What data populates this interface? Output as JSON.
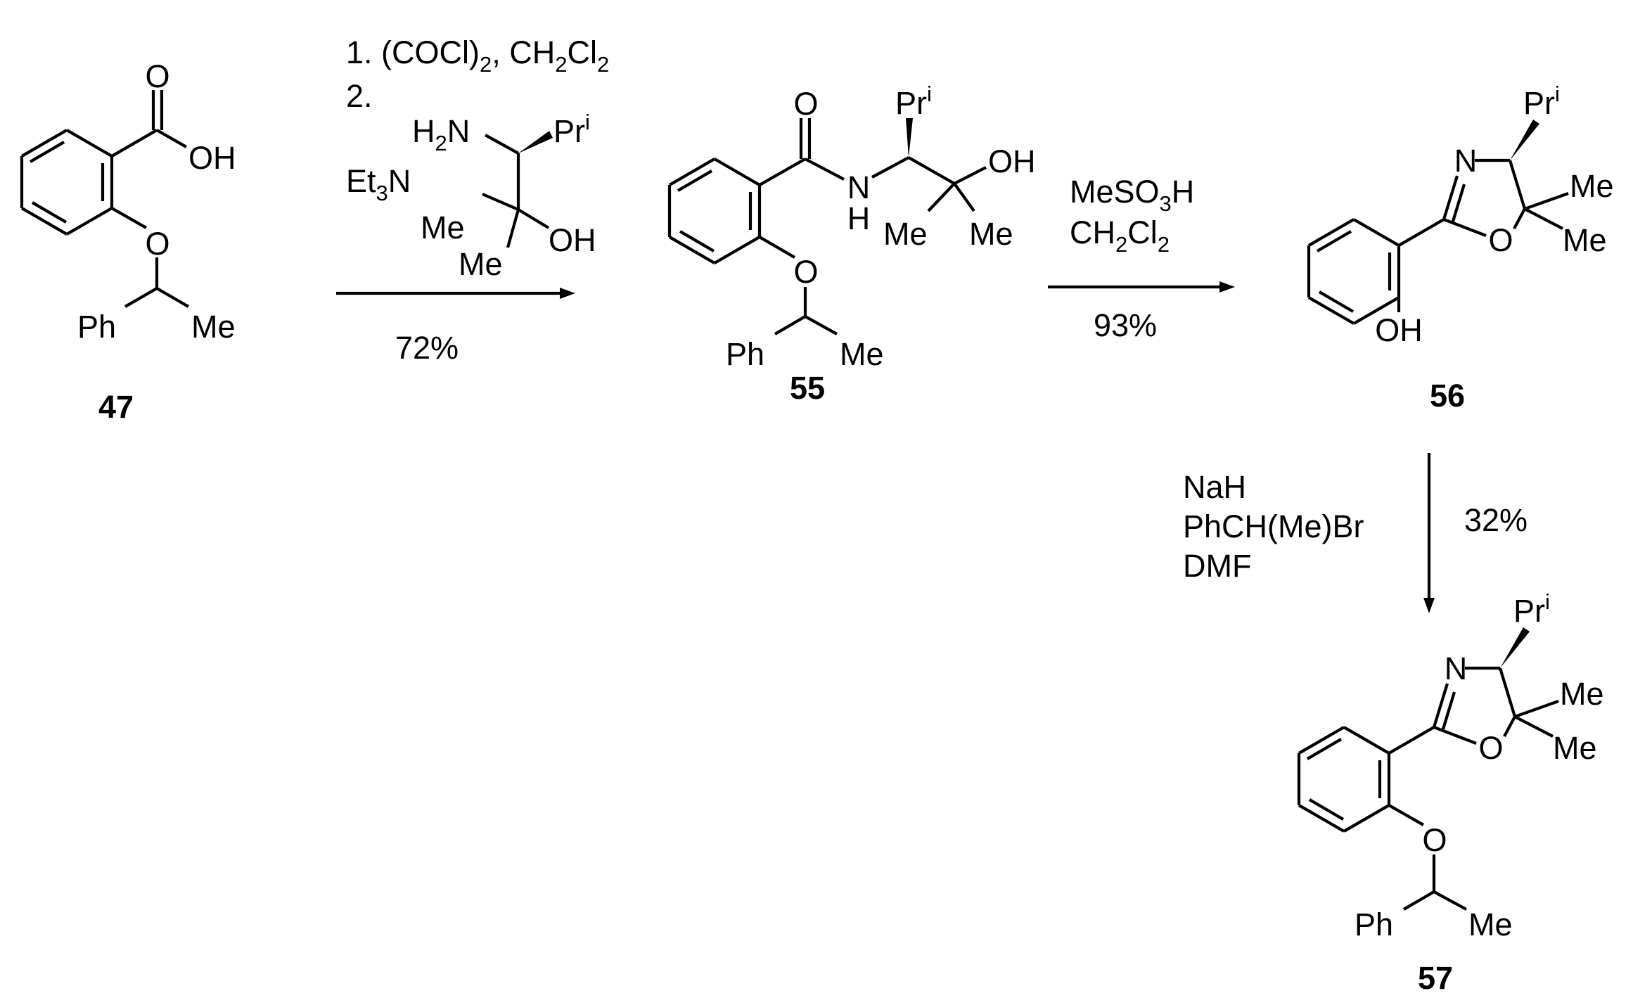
{
  "compounds": {
    "c47": {
      "number": "47",
      "O_carbonyl": "O",
      "OH": "OH",
      "O_ether": "O",
      "Ph": "Ph",
      "Me": "Me"
    },
    "c55": {
      "number": "55",
      "O_carbonyl": "O",
      "N": "N",
      "H": "H",
      "Pr": "Pr",
      "i": "i",
      "OH": "OH",
      "Me1": "Me",
      "Me2": "Me",
      "O_ether": "O",
      "Ph": "Ph",
      "Me3": "Me"
    },
    "c56": {
      "number": "56",
      "N": "N",
      "O": "O",
      "Pr": "Pr",
      "i": "i",
      "Me1": "Me",
      "Me2": "Me",
      "OH": "OH"
    },
    "c57": {
      "number": "57",
      "N": "N",
      "O": "O",
      "Pr": "Pr",
      "i": "i",
      "Me1": "Me",
      "Me2": "Me",
      "O_ether": "O",
      "Ph": "Ph",
      "Me3": "Me"
    }
  },
  "step1": {
    "line1_prefix": "1. (COCl)",
    "line1_sub1": "2",
    "line1_mid": ", CH",
    "line1_sub2": "2",
    "line1_cl": "Cl",
    "line1_sub3": "2",
    "line2": "2.",
    "amine": {
      "H": "H",
      "H_sub": "2",
      "N": "N",
      "Pr": "Pr",
      "i": "i",
      "Me1": "Me",
      "Me2": "Me",
      "OH": "OH"
    },
    "base": "Et",
    "base_sub": "3",
    "base_N": "N",
    "yield": "72%"
  },
  "step2": {
    "reagent1": "MeSO",
    "reagent1_sub": "3",
    "reagent1_H": "H",
    "solvent_ch": "CH",
    "solvent_sub1": "2",
    "solvent_cl": "Cl",
    "solvent_sub2": "2",
    "yield": "93%"
  },
  "step3": {
    "reagent1": "NaH",
    "reagent2": "PhCH(Me)Br",
    "reagent3": "DMF",
    "yield": "32%"
  }
}
